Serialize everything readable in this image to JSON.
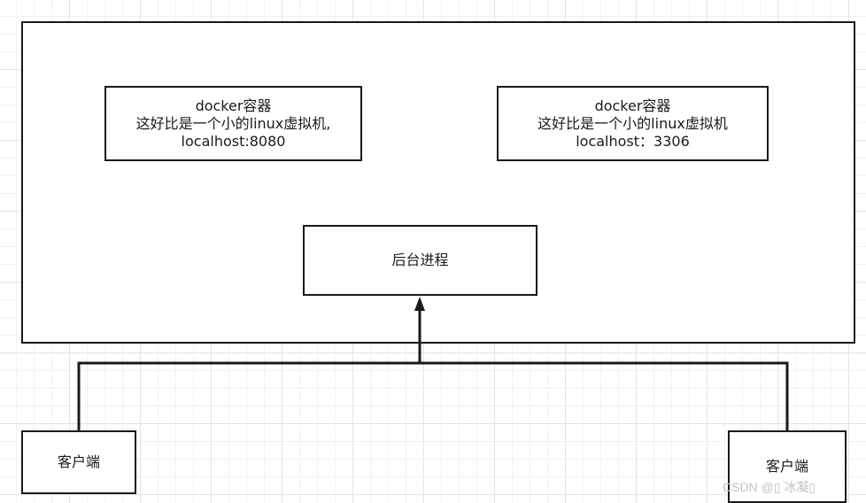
{
  "diagram": {
    "container_a": {
      "lines": [
        "docker容器",
        "这好比是一个小的linux虚拟机,",
        "localhost:8080"
      ]
    },
    "container_b": {
      "lines": [
        "docker容器",
        "这好比是一个小的linux虚拟机",
        "localhost：3306"
      ]
    },
    "daemon": {
      "label": "后台进程"
    },
    "client_a": {
      "label": "客户端"
    },
    "client_b": {
      "label": "客户端"
    },
    "watermark": "CSDN @▯ 冰凝▯"
  },
  "colors": {
    "stroke": "#1a1a1a",
    "grid_major": "#e3e3e3",
    "grid_minor": "#f1f1f1",
    "watermark": "#c2c2c2"
  }
}
